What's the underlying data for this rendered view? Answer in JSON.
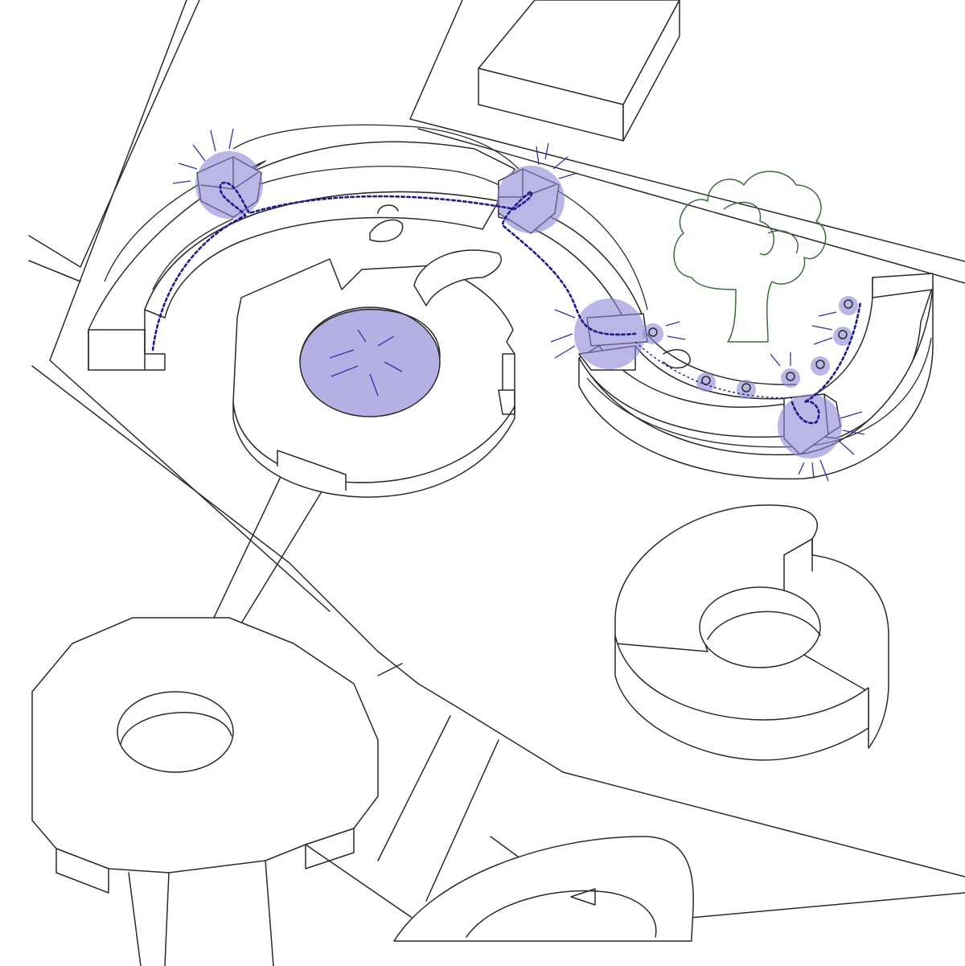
{
  "diagram": {
    "type": "axonometric-site-line-drawing",
    "text_labels": [],
    "colors": {
      "linework": "#2a2a2a",
      "highlight_fill": "#8c86d6",
      "path_dash": "#1c1c8c",
      "tree_outline": "#3e6b3e",
      "background": "#ffffff"
    },
    "elements": [
      "site-boundary-lines",
      "s-curve-bench-wall",
      "central-ring-plaza",
      "sunken-circular-pool",
      "connecting-walkway",
      "c-shaped-ring-structure",
      "lower-left-ring-plaza",
      "lower-center-ring-plaza",
      "rectangular-building-block",
      "tree",
      "dashed-circulation-path",
      "highlighted-light-nodes",
      "small-lamp-posts"
    ]
  }
}
